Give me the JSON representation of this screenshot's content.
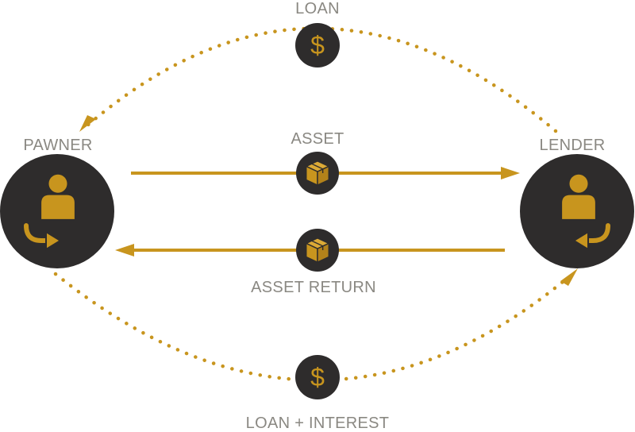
{
  "colors": {
    "accent": "#c8951e",
    "dark": "#2e2c2c",
    "label": "#8a8882",
    "background": "#ffffff"
  },
  "parties": {
    "pawner": {
      "label": "PAWNER",
      "icon": "person-with-arrow-icon"
    },
    "lender": {
      "label": "LENDER",
      "icon": "person-with-arrow-icon"
    }
  },
  "flows": {
    "loan": {
      "label": "LOAN",
      "icon": "dollar-icon",
      "direction": "lender-to-pawner"
    },
    "asset": {
      "label": "ASSET",
      "icon": "box-icon",
      "direction": "pawner-to-lender"
    },
    "asset_return": {
      "label": "ASSET RETURN",
      "icon": "box-icon",
      "direction": "lender-to-pawner"
    },
    "loan_interest": {
      "label": "LOAN + INTEREST",
      "icon": "dollar-icon",
      "direction": "pawner-to-lender"
    }
  }
}
